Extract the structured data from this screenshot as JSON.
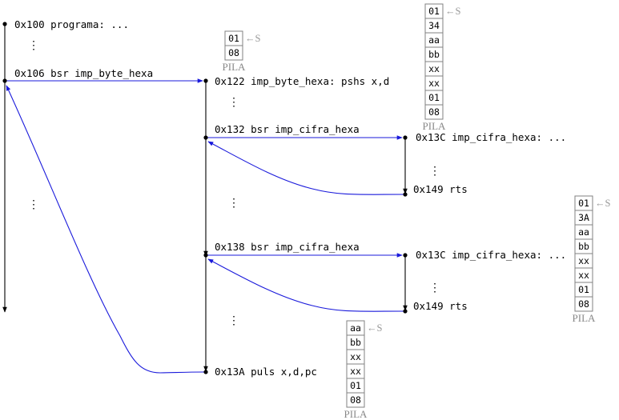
{
  "code_lines": {
    "l100": "0x100 programa: ...",
    "l106": "0x106 bsr imp_byte_hexa",
    "l122": "0x122 imp_byte_hexa: pshs x,d",
    "l132": "0x132 bsr imp_cifra_hexa",
    "l13c_a": "0x13C imp_cifra_hexa: ...",
    "l149_a": "0x149 rts",
    "l138": "0x138 bsr imp_cifra_hexa",
    "l13c_b": "0x13C imp_cifra_hexa: ...",
    "l149_b": "0x149 rts",
    "l13a": "0x13A puls x,d,pc"
  },
  "vdots": "⋮",
  "stacks": {
    "label": "PILA",
    "pointer": "←S",
    "s1": [
      "01",
      "08"
    ],
    "s2": [
      "01",
      "34",
      "aa",
      "bb",
      "xx",
      "xx",
      "01",
      "08"
    ],
    "s3": [
      "01",
      "3A",
      "aa",
      "bb",
      "xx",
      "xx",
      "01",
      "08"
    ],
    "s4": [
      "aa",
      "bb",
      "xx",
      "xx",
      "01",
      "08"
    ]
  },
  "colors": {
    "arrow_call": "#1a1adb",
    "flow": "#000000",
    "stack_border": "#808080",
    "stack_label": "#888888"
  }
}
